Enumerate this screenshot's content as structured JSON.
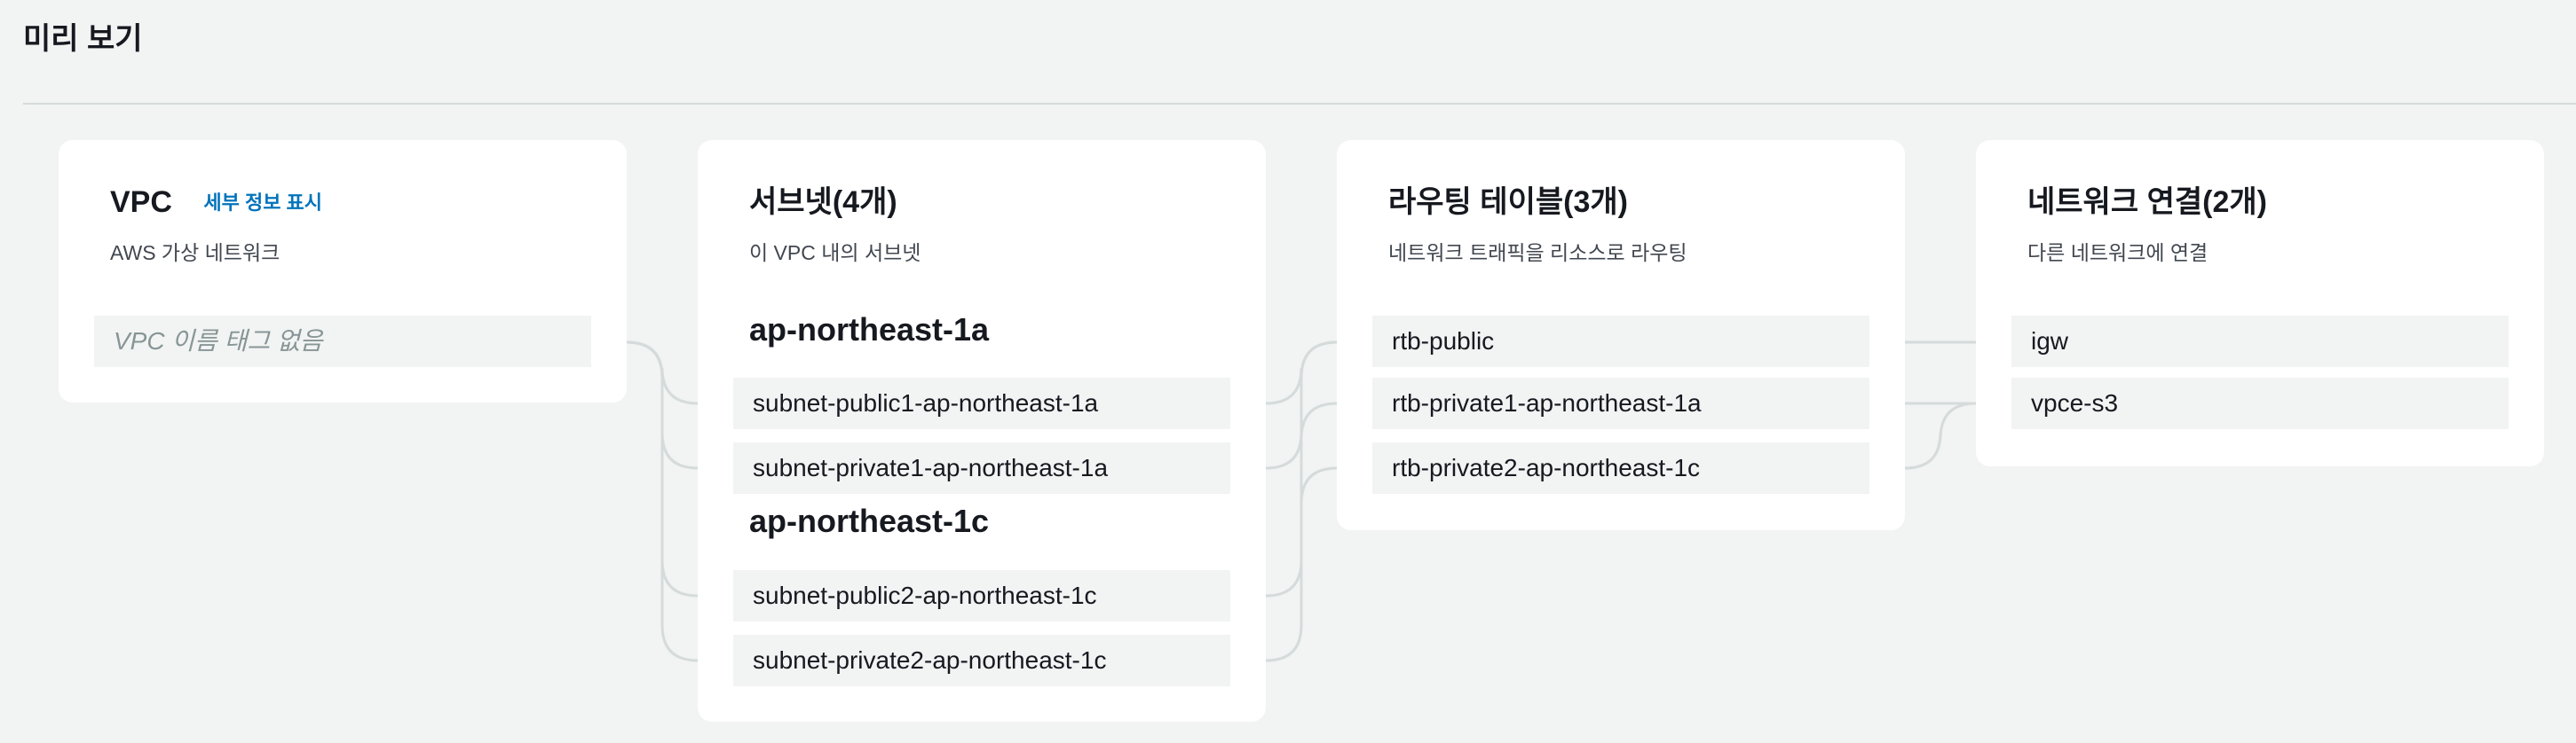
{
  "page": {
    "title": "미리 보기"
  },
  "vpc": {
    "title": "VPC",
    "details_link": "세부 정보 표시",
    "subtitle": "AWS 가상 네트워크",
    "name_placeholder": "VPC 이름 태그 없음"
  },
  "subnets": {
    "title": "서브넷(4개)",
    "subtitle": "이 VPC 내의 서브넷",
    "zones": [
      {
        "name": "ap-northeast-1a",
        "items": [
          "subnet-public1-ap-northeast-1a",
          "subnet-private1-ap-northeast-1a"
        ]
      },
      {
        "name": "ap-northeast-1c",
        "items": [
          "subnet-public2-ap-northeast-1c",
          "subnet-private2-ap-northeast-1c"
        ]
      }
    ]
  },
  "route_tables": {
    "title": "라우팅 테이블(3개)",
    "subtitle": "네트워크 트래픽을 리소스로 라우팅",
    "items": [
      "rtb-public",
      "rtb-private1-ap-northeast-1a",
      "rtb-private2-ap-northeast-1c"
    ]
  },
  "network_connections": {
    "title": "네트워크 연결(2개)",
    "subtitle": "다른 네트워크에 연결",
    "items": [
      "igw",
      "vpce-s3"
    ]
  },
  "colors": {
    "connector": "#d5dbdb",
    "link": "#0073bb",
    "background": "#f2f3f3"
  }
}
